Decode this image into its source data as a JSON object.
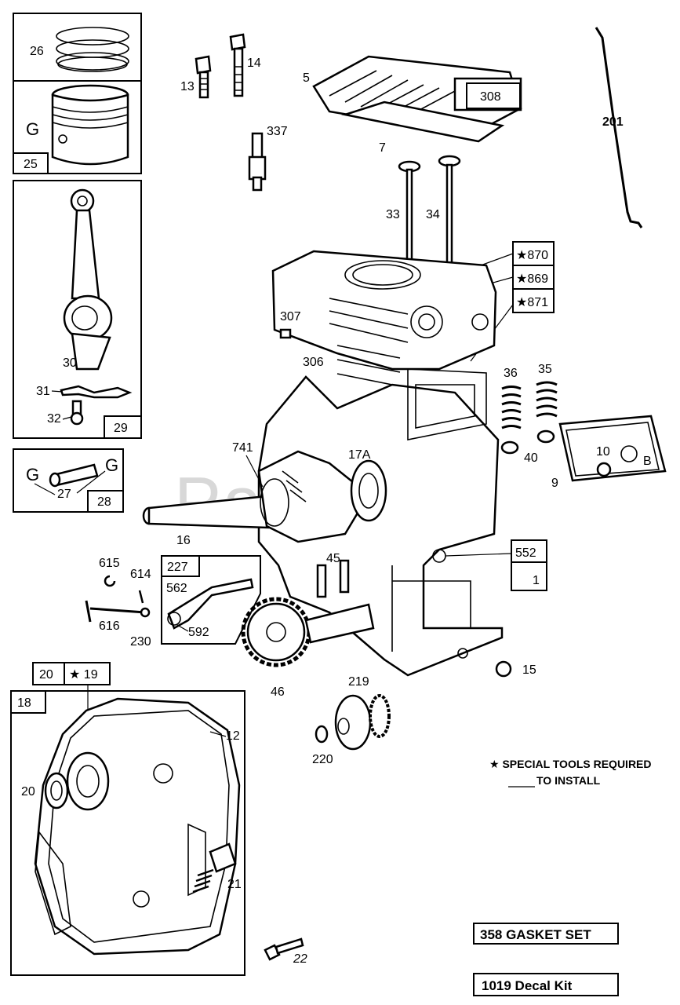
{
  "watermark": "PartsTree",
  "labels": {
    "p26": "26",
    "p25": "25",
    "pG1": "G",
    "p13": "13",
    "p14": "14",
    "p5": "5",
    "p308": "308",
    "p7": "7",
    "p337": "337",
    "p201": "201",
    "p33": "33",
    "p34": "34",
    "p870": "★870",
    "p869": "★869",
    "p871": "★871",
    "p307": "307",
    "p306": "306",
    "p30": "30",
    "p31": "31",
    "p32": "32",
    "p29": "29",
    "p36": "36",
    "p35": "35",
    "p40": "40",
    "p10": "10",
    "pB": "B",
    "p9": "9",
    "p741": "741",
    "p17A": "17A",
    "pG2": "G",
    "pG3": "G",
    "p27": "27",
    "p28": "28",
    "p16": "16",
    "p552": "552",
    "p1": "1",
    "p615": "615",
    "p614": "614",
    "p227": "227",
    "p562": "562",
    "p592": "592",
    "p616": "616",
    "p230": "230",
    "p45": "45",
    "p20box": "20",
    "p19": "★ 19",
    "p18": "18",
    "p12": "12",
    "p46": "46",
    "p15": "15",
    "p219": "219",
    "p220": "220",
    "p20": "20",
    "p21": "21",
    "p22": "22"
  },
  "notes": {
    "special_tools_line1": "★ SPECIAL TOOLS REQUIRED",
    "special_tools_line2": "TO INSTALL"
  },
  "kits": {
    "gasket_set": "358 GASKET SET",
    "decal_kit": "1019 Decal Kit"
  }
}
